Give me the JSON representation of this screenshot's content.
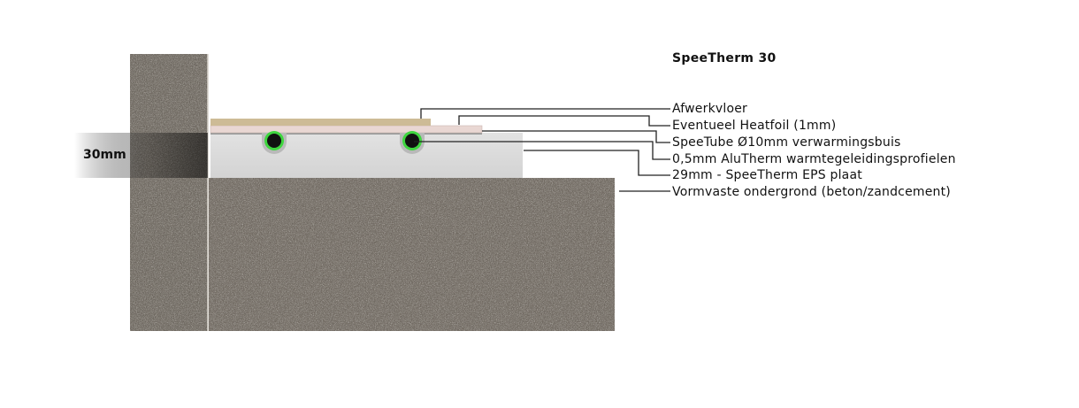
{
  "title": "SpeeTherm 30",
  "thickness_label": "30mm",
  "layers": [
    "Afwerkvloer",
    "Eventueel Heatfoil (1mm)",
    "SpeeTube Ø10mm verwarmingsbuis",
    "0,5mm AluTherm warmtegeleidingsprofielen",
    "29mm - SpeeTherm EPS plaat",
    "Vormvaste ondergrond (beton/zandcement)"
  ],
  "colors": {
    "concrete": "#6b655d",
    "finish_floor": "#cdbb96",
    "heatfoil": "#e9d7d3",
    "eps": "#dcdcdc",
    "tube_ring": "#3fd63f",
    "tube_core": "#111111",
    "leader": "#222222"
  }
}
